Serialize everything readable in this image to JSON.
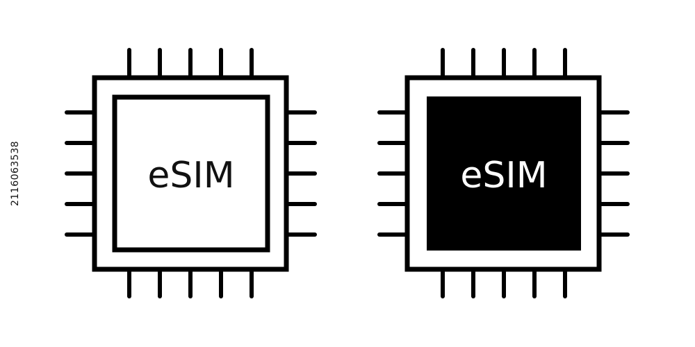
{
  "side_text": "2116063538",
  "icons": [
    {
      "name": "outline",
      "label": "eSIM",
      "fill": "#ffffff",
      "text_color": "#111111"
    },
    {
      "name": "filled",
      "label": "eSIM",
      "fill": "#000000",
      "text_color": "#ffffff"
    }
  ],
  "colors": {
    "stroke": "#000000",
    "background": "#ffffff"
  }
}
